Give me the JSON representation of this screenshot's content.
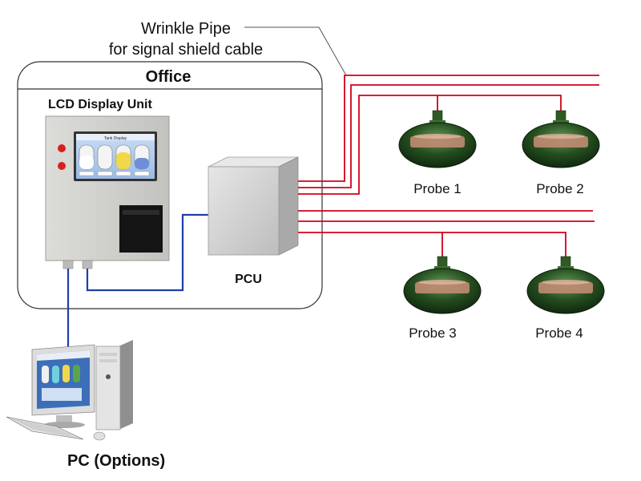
{
  "annotation": {
    "line1": "Wrinkle Pipe",
    "line2": "for signal shield cable"
  },
  "office": {
    "title": "Office"
  },
  "lcd": {
    "title": "LCD Display Unit",
    "screen_header": "Tank Display"
  },
  "pcu": {
    "label": "PCU"
  },
  "probes": [
    {
      "label": "Probe 1"
    },
    {
      "label": "Probe 2"
    },
    {
      "label": "Probe 3"
    },
    {
      "label": "Probe 4"
    }
  ],
  "pc": {
    "label": "PC (Options)"
  },
  "colors": {
    "signal_wire": "#d0021b",
    "data_cable": "#1f3fa6",
    "tank_body": "#1c4a1c"
  }
}
